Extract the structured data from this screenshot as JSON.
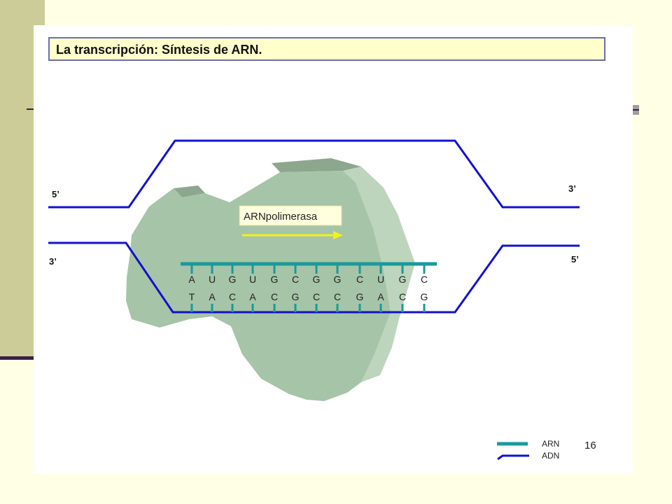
{
  "title": "La transcripción: Síntesis de ARN.",
  "strand_ends": {
    "top_left": "5’",
    "bottom_left": "3’",
    "top_right": "3’",
    "bottom_right": "5’"
  },
  "enzyme_label": "ARNpolimerasa",
  "rna_bases": [
    "A",
    "U",
    "G",
    "U",
    "G",
    "C",
    "G",
    "G",
    "C",
    "U",
    "G",
    "C"
  ],
  "dna_bases": [
    "T",
    "A",
    "C",
    "A",
    "C",
    "G",
    "C",
    "C",
    "G",
    "A",
    "C",
    "G"
  ],
  "legend": {
    "rna": "ARN",
    "dna": "ADN"
  },
  "page_number": "16",
  "colors": {
    "dna": "#1111CC",
    "rna": "#199A9A",
    "enzyme": "#A6C4A7",
    "arrow": "#F2F21A",
    "background": "#FFFFE6",
    "side_band": "#CCCC99"
  }
}
